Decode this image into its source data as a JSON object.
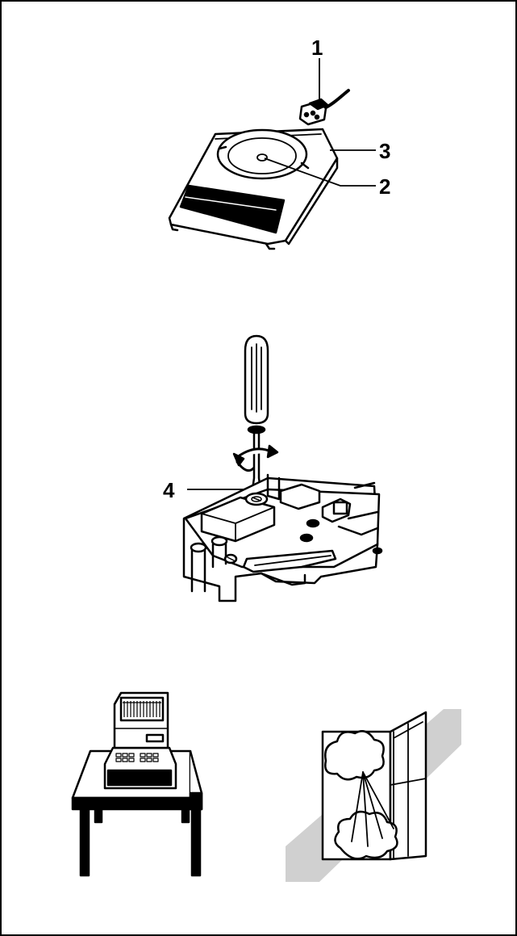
{
  "figures": {
    "balance": {
      "callouts": [
        "1",
        "3",
        "2"
      ]
    },
    "adjustment": {
      "callouts": [
        "4"
      ]
    },
    "placement": {
      "left_icon": "balance-on-table-icon",
      "right_icon": "avoid-drafts-icon"
    }
  },
  "colors": {
    "line": "#000000",
    "fill": "#ffffff",
    "draft_band": "#d0d0d0"
  }
}
